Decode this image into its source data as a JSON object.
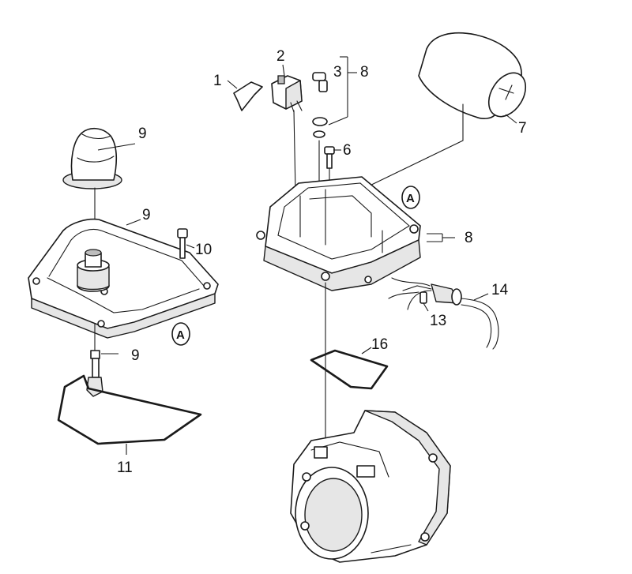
{
  "callouts": {
    "c1": "1",
    "c2": "2",
    "c3": "3",
    "c6": "6",
    "c7": "7",
    "c8a": "8",
    "c8b": "8",
    "c9a": "9",
    "c9b": "9",
    "c9c": "9",
    "c10": "10",
    "c11": "11",
    "c13": "13",
    "c14": "14",
    "c16": "16"
  },
  "marks": {
    "a_left": "A",
    "a_right": "A"
  }
}
